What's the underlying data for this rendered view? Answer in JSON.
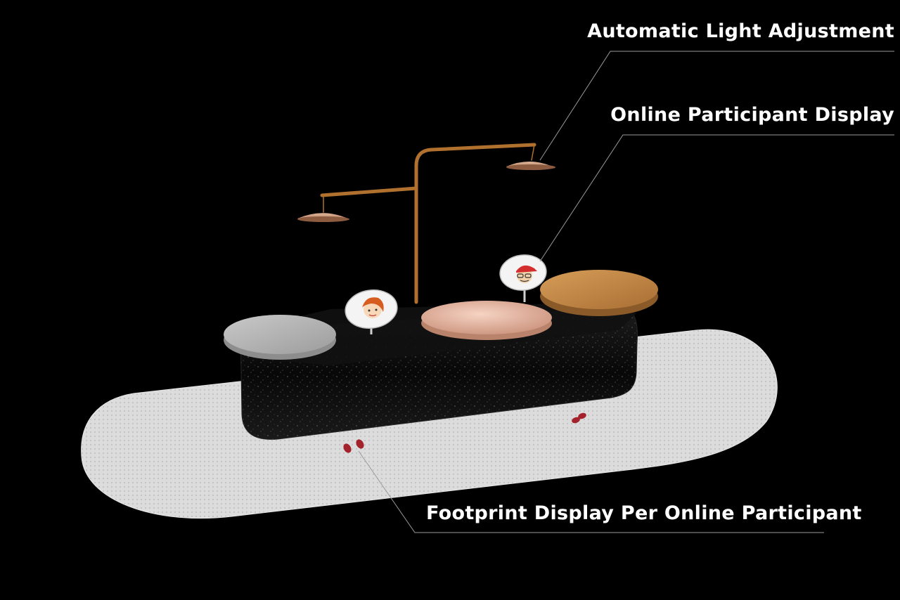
{
  "callouts": {
    "light": "Automatic Light Adjustment",
    "online_display": "Online Participant Display",
    "footprint": "Footprint Display Per Online Participant"
  },
  "colors": {
    "background": "#000000",
    "label_text": "#ffffff",
    "leader_line": "#9a9a9a",
    "floor_mat": "#d9d9d9",
    "bench_body": "#0d0d0d",
    "stone_top": "#bdbdbd",
    "copper_top": "#e9b9a4",
    "wood_top": "#c48a48",
    "lamp_pole": "#b0702e",
    "footprint": "#a3222c"
  },
  "icons": {
    "left_participant": "cartoon-face-icon",
    "right_participant": "cartoon-face-cap-icon",
    "footprints": "footprint-icon"
  }
}
